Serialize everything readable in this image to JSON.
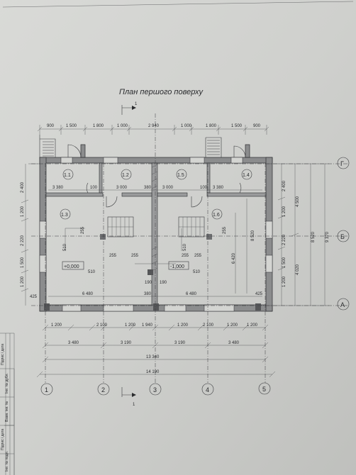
{
  "title": "План першого поверху",
  "section_mark": "1",
  "top_dims": [
    "900",
    "1 500",
    "1 800",
    "1 000",
    "2 940",
    "1 000",
    "1 800",
    "1 500",
    "900"
  ],
  "bottom_row1": [
    "1 200",
    "2 100",
    "1 200",
    "1 940",
    "1 200",
    "2 100",
    "1 200",
    "1 200"
  ],
  "bottom_row2": [
    "3 480",
    "3 190",
    "3 190",
    "3 480"
  ],
  "bottom_row3": "13 340",
  "bottom_row4": "14 190",
  "left_dims": [
    "2 400",
    "1 200",
    "2 220",
    "1 500",
    "1 200",
    "425"
  ],
  "right_dims_inner": [
    "2 400",
    "1 200",
    "2 220",
    "1 500",
    "1 200"
  ],
  "right_dims_mid": [
    "4 500",
    "4 020"
  ],
  "right_dims_outer": [
    "8 520"
  ],
  "right_dims_total": "9 370",
  "interior_dims_vertical": [
    "8 520",
    "6 420"
  ],
  "rooms": [
    "1.1",
    "1.2",
    "1.5",
    "1.4",
    "1.3",
    "1.6"
  ],
  "interior_labels": [
    "3 380",
    "100",
    "3 000",
    "380",
    "3 000",
    "100",
    "3 380",
    "6 480",
    "380",
    "6 480",
    "425",
    "425",
    "190",
    "190",
    "255",
    "255",
    "255",
    "255",
    "510",
    "510",
    "510",
    "510",
    "255",
    "255"
  ],
  "levels": [
    "+0,000",
    "-1,000"
  ],
  "axes_x": [
    "1",
    "2",
    "3",
    "4",
    "5"
  ],
  "axes_y": [
    "Г",
    "Б",
    "А"
  ],
  "stamp_labels": [
    "Підпис і дата",
    "Інв. № дубл.",
    "Взам. інв. №",
    "Підпис і дата",
    "Інв. № подл."
  ]
}
